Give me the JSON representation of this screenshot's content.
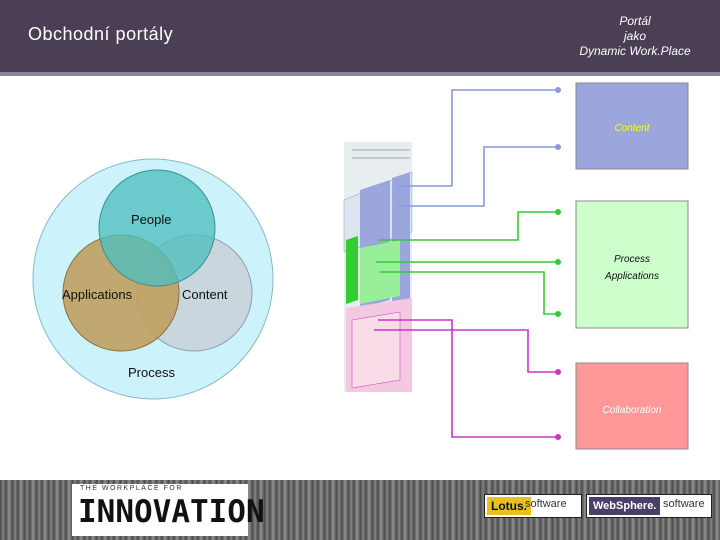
{
  "header": {
    "title": "Obchodní portály",
    "subtitle_line1": "Portál",
    "subtitle_line2": "jako",
    "subtitle_line3": "Dynamic Work.Place"
  },
  "venn": {
    "people": "People",
    "applications": "Applications",
    "content": "Content",
    "process": "Process"
  },
  "boxes": {
    "content": "Content",
    "process": "Process",
    "applications": "Applications",
    "collaboration": "Collaboration"
  },
  "colors": {
    "header_bg": "#4a3f55",
    "outer_circle": "#ccf2fb",
    "people": "#4fbfbf",
    "applications": "#c0a060",
    "content": "#c8d4dc",
    "content_box": "#9aa6dc",
    "content_label": "#ffff00",
    "process_box": "#ccffcc",
    "collab_box": "#ff9999",
    "blue_line": "#8899dd",
    "green_line": "#33cc33",
    "magenta_line": "#cc33cc"
  },
  "footer": {
    "tagline": "THE WORKPLACE FOR",
    "innovation": "INNOVATION",
    "lotus_mark": "Lotus.",
    "lotus_software": "software",
    "websphere_mark": "WebSphere.",
    "websphere_software": "software"
  }
}
